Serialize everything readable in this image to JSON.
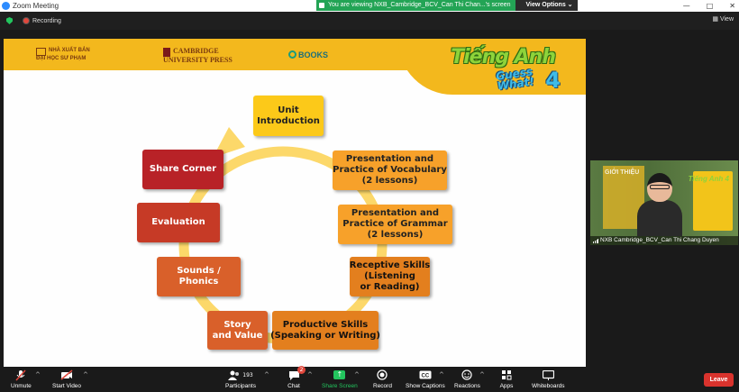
{
  "window": {
    "title": "Zoom Meeting",
    "controls": [
      "—",
      "□",
      "✕"
    ]
  },
  "share_banner": {
    "message": "You are viewing NXB_Cambridge_BCV_Can Thi Chan...'s screen",
    "options_label": "View Options ⌄"
  },
  "status": {
    "recording_label": "Recording",
    "view_label": "View"
  },
  "slide": {
    "header": {
      "publisher": "NHÀ XUẤT BẢN\nĐẠI HỌC SƯ PHẠM",
      "cambridge": "CAMBRIDGE\nUNIVERSITY PRESS",
      "ebooks": "BOOKS",
      "brand_title": "Tiếng Anh",
      "brand_sub": "Guess\nWhat!",
      "brand_num": "4"
    },
    "cycle": [
      {
        "label": "Unit\nIntroduction"
      },
      {
        "label": "Presentation and\nPractice of Vocabulary\n(2 lessons)"
      },
      {
        "label": "Presentation and\nPractice of Grammar\n(2 lessons)"
      },
      {
        "label": "Receptive Skills\n(Listening\nor Reading)"
      },
      {
        "label": "Productive Skills\n(Speaking or Writing)"
      },
      {
        "label": "Story\nand Value"
      },
      {
        "label": "Sounds /\nPhonics"
      },
      {
        "label": "Evaluation"
      },
      {
        "label": "Share Corner"
      }
    ]
  },
  "video": {
    "participant_name": "NXB Cambridge_BCV_Can Thi Chang Duyen",
    "book_title": "Tiếng Anh",
    "book_num": "4",
    "side_text": "GIỚI THIỆU"
  },
  "toolbar": {
    "unmute": "Unmute",
    "start_video": "Start Video",
    "participants": "Participants",
    "participants_count": "193",
    "chat": "Chat",
    "chat_badge": "2",
    "share_screen": "Share Screen",
    "record": "Record",
    "show_captions": "Show Captions",
    "reactions": "Reactions",
    "apps": "Apps",
    "whiteboards": "Whiteboards",
    "leave": "Leave"
  },
  "colors": {
    "accent_green": "#23a455",
    "leave_red": "#d9332d",
    "header_yellow": "#f3b81d"
  }
}
